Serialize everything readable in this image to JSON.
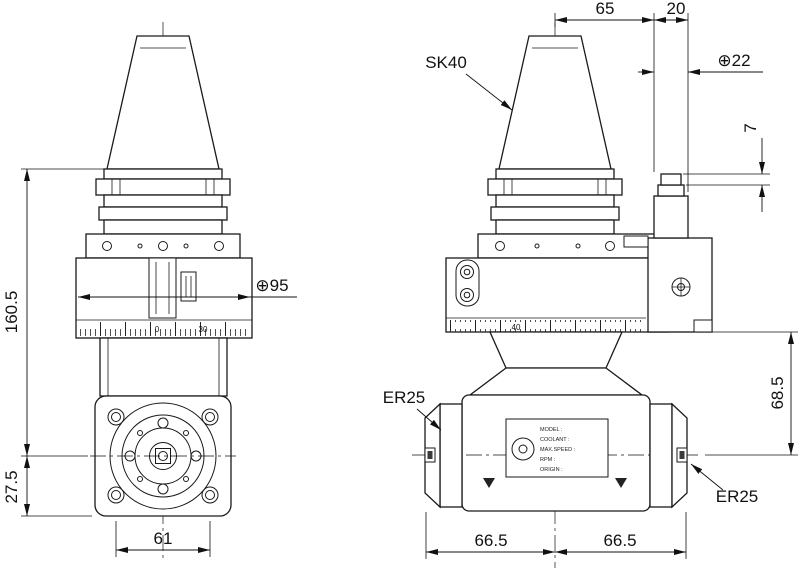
{
  "front_view": {
    "dim_height": "160.5",
    "dim_offset": "27.5",
    "dim_width": "61",
    "dim_diameter": "⊕95",
    "scale_labels": [
      "0",
      "30"
    ]
  },
  "side_view": {
    "dim_spindle_offset": "65",
    "dim_port_offset": "20",
    "dim_port_diameter": "⊕22",
    "dim_cap_height": "7",
    "dim_axis_height": "68.5",
    "dim_span_left": "66.5",
    "dim_span_right": "66.5",
    "label_taper": "SK40",
    "label_collet_left": "ER25",
    "label_collet_right": "ER25",
    "scale_labels": [
      "40"
    ],
    "nameplate_lines": [
      "MODEL :",
      "COOLANT :",
      "MAX.SPEED :",
      "RPM :",
      "ORIGIN :"
    ]
  },
  "colors": {
    "line": "#1a1a1a",
    "background": "#ffffff"
  }
}
